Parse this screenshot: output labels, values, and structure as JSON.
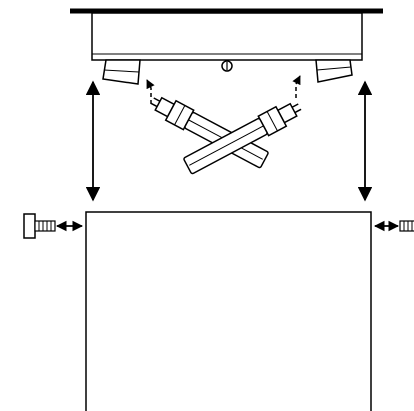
{
  "diagram": {
    "kind": "installation-diagram",
    "line_color": "#000000",
    "fill_color": "#ffffff",
    "parts": [
      "ceiling-line",
      "fixture-housing",
      "lamp-socket-left",
      "lamp-socket-right",
      "center-screw",
      "lamp-tube-1",
      "lamp-tube-2",
      "diffuser-panel",
      "mounting-screw-left",
      "mounting-screw-right"
    ],
    "arrows": [
      "insert-lamp-arrow-left",
      "insert-lamp-arrow-right",
      "vertical-gap-arrow-left",
      "vertical-gap-arrow-right",
      "screw-arrow-left",
      "screw-arrow-right"
    ]
  }
}
